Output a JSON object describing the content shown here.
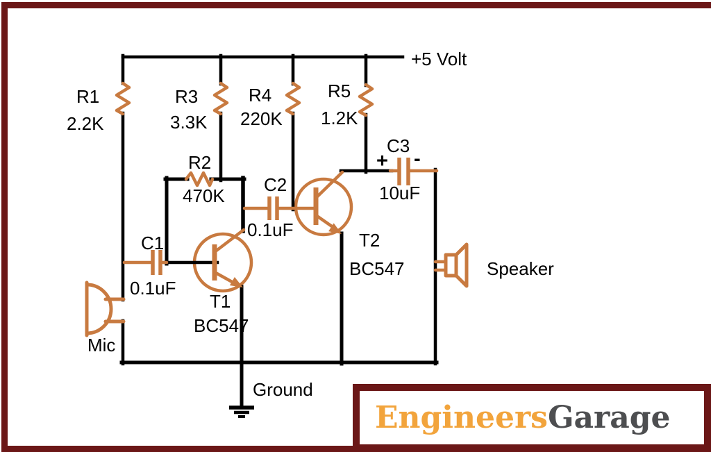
{
  "diagram": {
    "power_label": "+5 Volt",
    "ground_label": "Ground",
    "mic_label": "Mic",
    "speaker_label": "Speaker"
  },
  "resistors": {
    "r1": {
      "ref": "R1",
      "value": "2.2K"
    },
    "r2": {
      "ref": "R2",
      "value": "470K"
    },
    "r3": {
      "ref": "R3",
      "value": "3.3K"
    },
    "r4": {
      "ref": "R4",
      "value": "220K"
    },
    "r5": {
      "ref": "R5",
      "value": "1.2K"
    }
  },
  "capacitors": {
    "c1": {
      "ref": "C1",
      "value": "0.1uF"
    },
    "c2": {
      "ref": "C2",
      "value": "0.1uF"
    },
    "c3": {
      "ref": "C3",
      "value": "10uF",
      "polarity_plus": "+",
      "polarity_minus": "-"
    }
  },
  "transistors": {
    "t1": {
      "ref": "T1",
      "part": "BC547"
    },
    "t2": {
      "ref": "T2",
      "part": "BC547"
    }
  },
  "logo": {
    "text_primary": "Engineers",
    "text_secondary": "Garage"
  },
  "colors": {
    "component_orange": "#C87A40",
    "wire_black": "#000000",
    "frame_maroon": "#6B1717",
    "logo_orange": "#F2A43C",
    "logo_gray": "#4D4E50"
  }
}
